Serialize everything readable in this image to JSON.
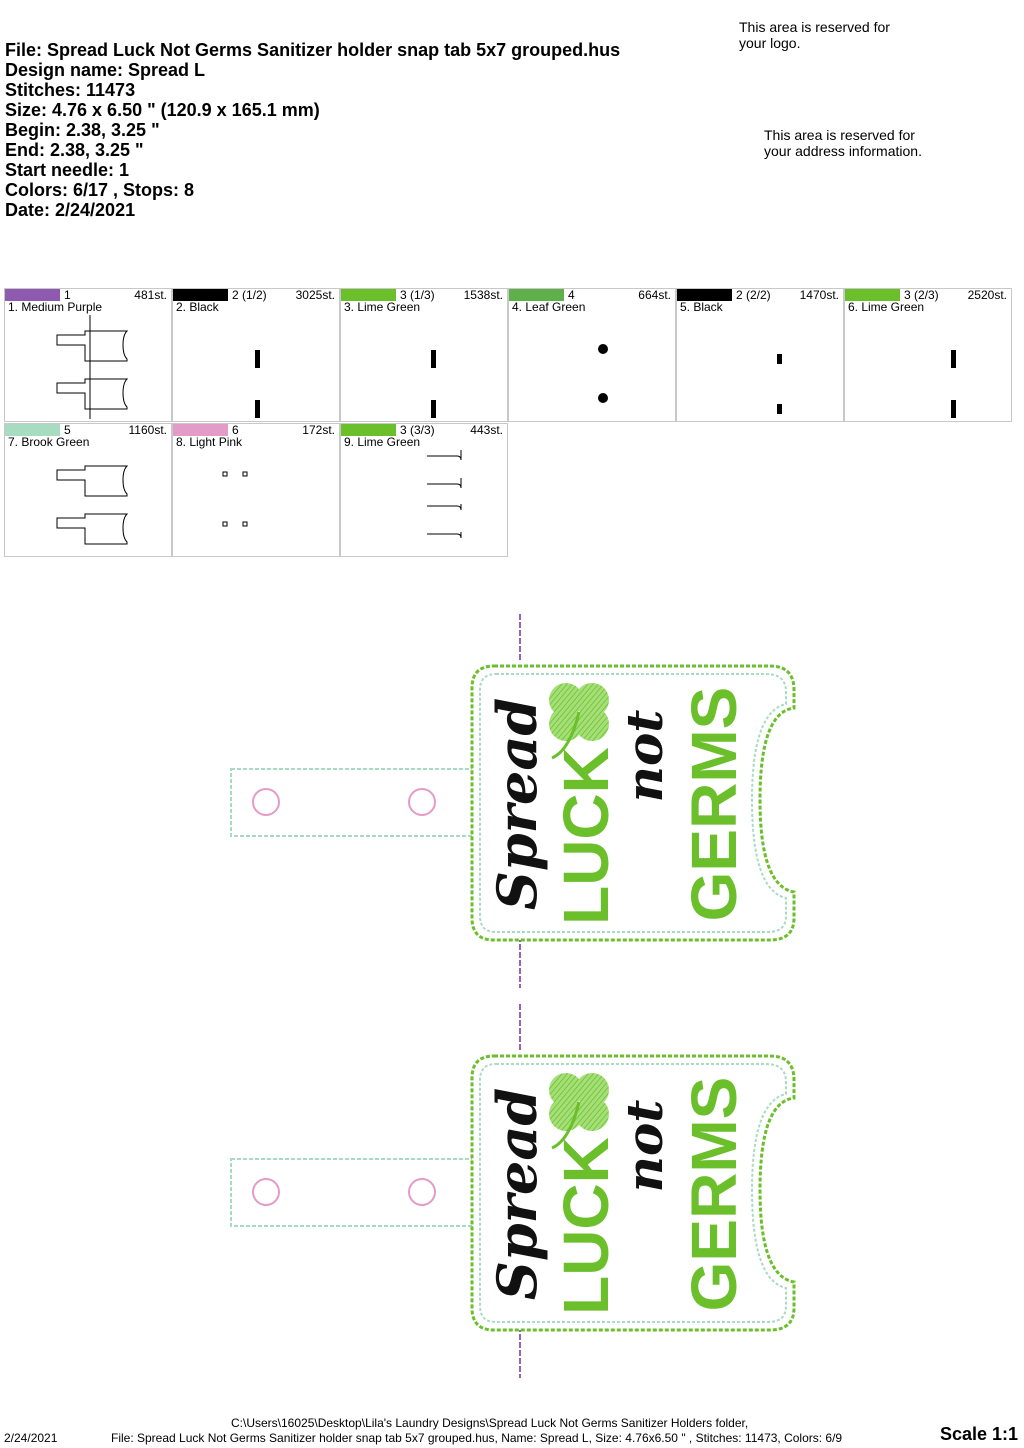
{
  "info": {
    "file": "File: Spread Luck Not Germs Sanitizer holder snap tab 5x7 grouped.hus",
    "design_name": "Design name: Spread L",
    "stitches": "Stitches: 11473",
    "size": "Size: 4.76 x 6.50 \" (120.9 x 165.1 mm)",
    "begin": "Begin: 2.38, 3.25 \"",
    "end": "End: 2.38, 3.25 \"",
    "start_needle": "Start needle: 1",
    "colors": "Colors: 6/17 , Stops: 8",
    "date": "Date: 2/24/2021"
  },
  "reserved": {
    "logo_line1": "This area is reserved for",
    "logo_line2": "your logo.",
    "address_line1": "This area is reserved for",
    "address_line2": "your address information."
  },
  "color_stops": [
    {
      "swatch": "#8e5ab0",
      "needle": "1",
      "stitches": "481st.",
      "name": "1. Medium Purple",
      "thumb": "outline"
    },
    {
      "swatch": "#000000",
      "needle": "2 (1/2)",
      "stitches": "3025st.",
      "name": "2. Black",
      "thumb": "text-black"
    },
    {
      "swatch": "#6abf2a",
      "needle": "3 (1/3)",
      "stitches": "1538st.",
      "name": "3. Lime Green",
      "thumb": "text-green"
    },
    {
      "swatch": "#5fb04a",
      "needle": "4",
      "stitches": "664st.",
      "name": "4. Leaf Green",
      "thumb": "clover"
    },
    {
      "swatch": "#000000",
      "needle": "2 (2/2)",
      "stitches": "1470st.",
      "name": "5. Black",
      "thumb": "small-black"
    },
    {
      "swatch": "#6abf2a",
      "needle": "3 (2/3)",
      "stitches": "2520st.",
      "name": "6. Lime Green",
      "thumb": "text-green2"
    },
    {
      "swatch": "#a8dcc0",
      "needle": "5",
      "stitches": "1160st.",
      "name": "7. Brook Green",
      "thumb": "outline"
    },
    {
      "swatch": "#e39bc8",
      "needle": "6",
      "stitches": "172st.",
      "name": "8. Light Pink",
      "thumb": "dots"
    },
    {
      "swatch": "#6abf2a",
      "needle": "3 (3/3)",
      "stitches": "443st.",
      "name": "9. Lime Green",
      "thumb": "edges"
    }
  ],
  "design": {
    "word1": "Spread",
    "word2": "LUCK",
    "word3": "not",
    "word4": "GERMS",
    "purple": "#9a5fb8",
    "green": "#6abf2a",
    "brook": "#a8dcc0",
    "pink": "#e39bc8"
  },
  "footer": {
    "path": "C:\\Users\\16025\\Desktop\\Lila's Laundry Designs\\Spread Luck Not Germs Sanitizer Holders folder,",
    "summary": "File: Spread Luck Not Germs Sanitizer holder snap tab 5x7 grouped.hus, Name: Spread L, Size: 4.76x6.50 \" , Stitches: 11473, Colors: 6/9",
    "date": "2/24/2021",
    "scale": "Scale 1:1"
  }
}
